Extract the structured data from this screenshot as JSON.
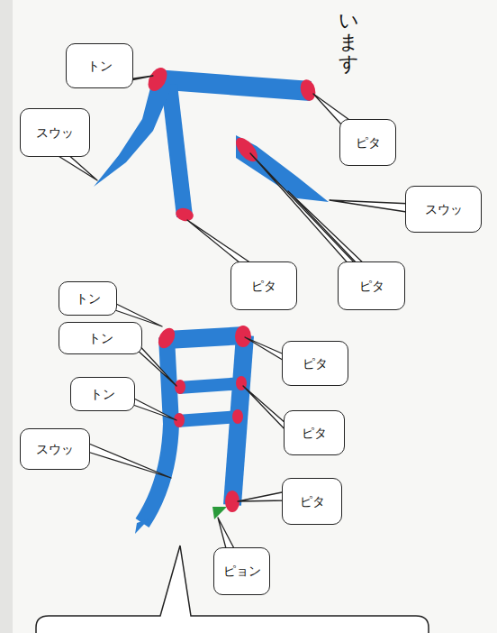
{
  "diagram": {
    "nodes": [
      {
        "text": [
          "トン"
        ]
      },
      {
        "text": [
          "スウッ"
        ]
      },
      {
        "text": [
          "ピタ"
        ]
      },
      {
        "text": [
          "スウッ"
        ]
      },
      {
        "text": [
          "ピタ"
        ]
      },
      {
        "text": [
          "ピタ"
        ]
      },
      {
        "text": [
          "トン"
        ]
      },
      {
        "text": [
          "トン"
        ]
      },
      {
        "text": [
          "ピタ"
        ]
      },
      {
        "text": [
          "トン"
        ]
      },
      {
        "text": [
          "ピタ"
        ]
      },
      {
        "text": [
          "スウッ"
        ]
      },
      {
        "text": [
          "ピタ"
        ]
      },
      {
        "text": [
          "ピョン"
        ]
      }
    ],
    "labels": [
      "い",
      "ま",
      "す"
    ]
  }
}
